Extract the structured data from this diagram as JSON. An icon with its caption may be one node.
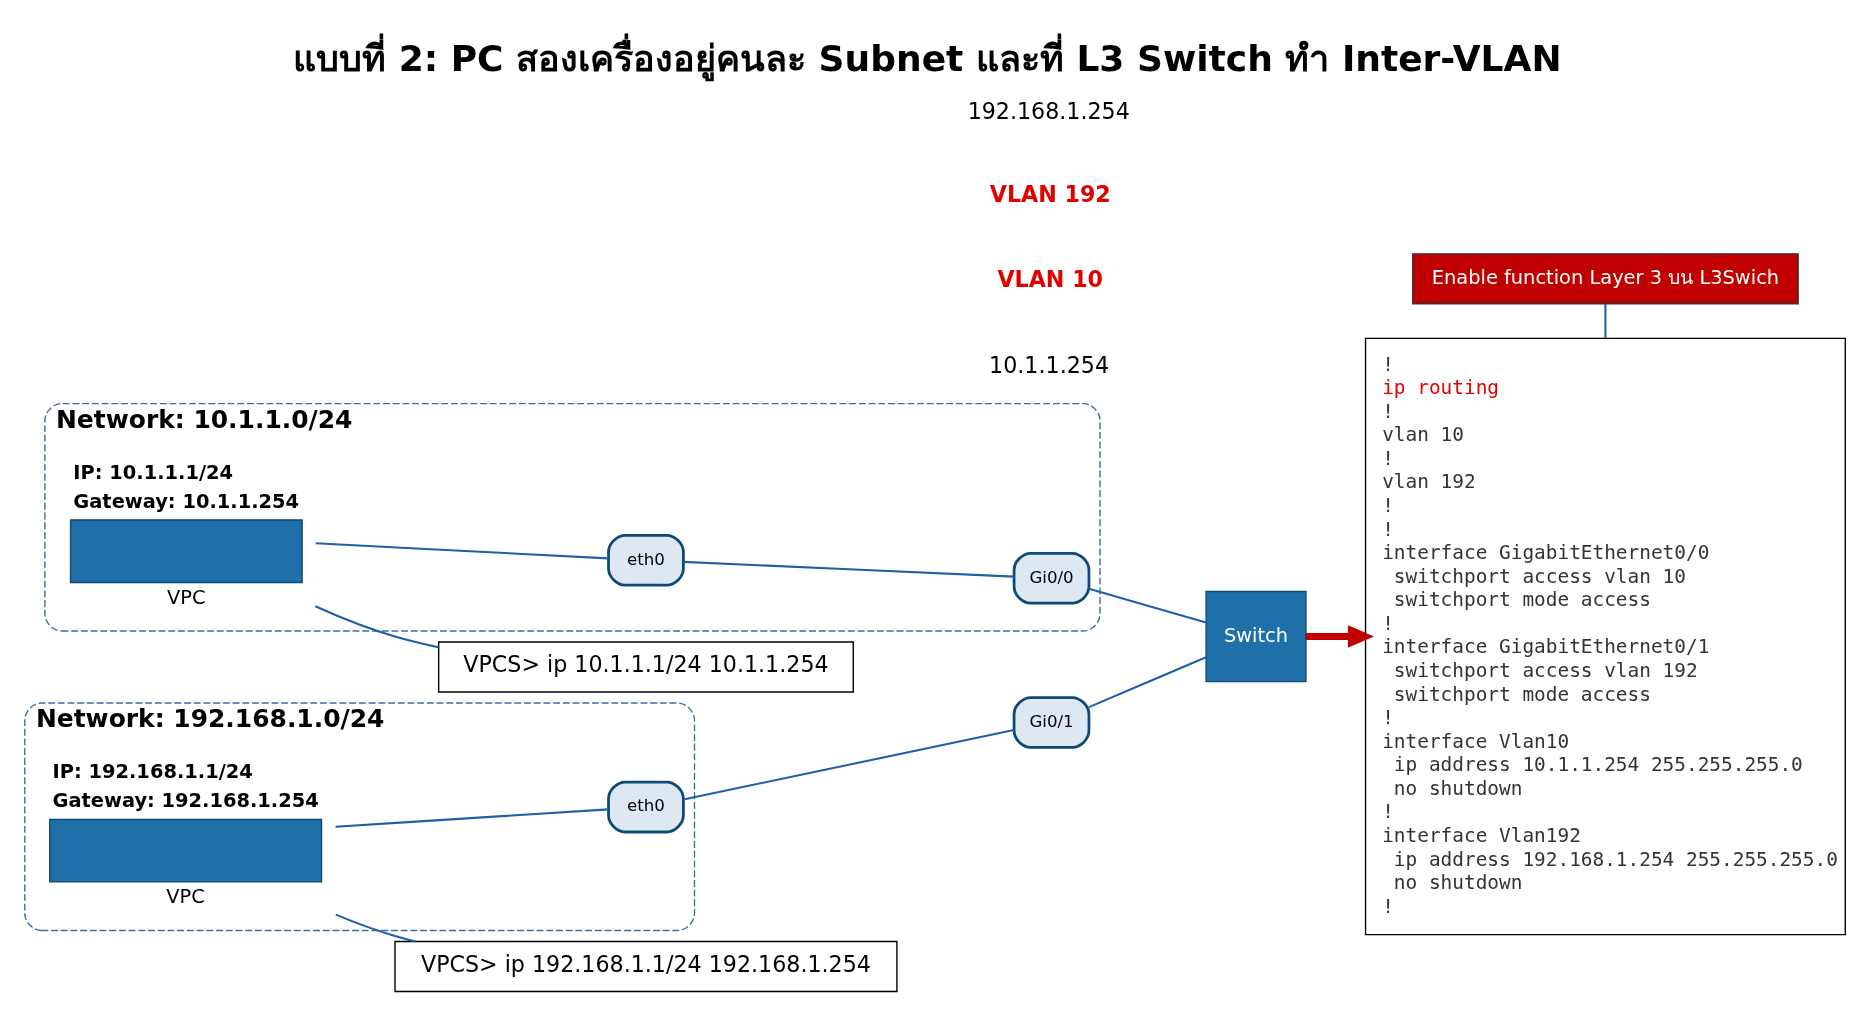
{
  "diagram": {
    "title": "แบบที่ 2: PC สองเครื่องอยู่คนละ Subnet และที่ L3 Switch ทำ Inter-VLAN",
    "nodes": [
      {
        "text": [
          "Network: 10.1.1.0/24"
        ]
      },
      {
        "text": [
          "VPC"
        ],
        "in": 0,
        "beside": [
          "IP: 10.1.1.1/24",
          "Gateway: 10.1.1.254"
        ]
      },
      {
        "text": [
          "eth0"
        ],
        "in": 0
      },
      {
        "text": [
          "Gi0/0"
        ],
        "in": 0
      },
      {
        "text": [
          "VPCS> ip 10.1.1.1/24 10.1.1.254"
        ]
      },
      {
        "text": [
          "Switch"
        ]
      },
      {
        "text": [
          "Gi0/1"
        ]
      },
      {
        "text": [
          "Network: 192.168.1.0/24"
        ]
      },
      {
        "text": [
          "VPC"
        ],
        "in": 7,
        "beside": [
          "IP: 192.168.1.1/24",
          "Gateway: 192.168.1.254"
        ]
      },
      {
        "text": [
          "eth0"
        ],
        "in": 7
      },
      {
        "text": [
          "VPCS> ip 192.168.1.1/24 192.168.1.254"
        ]
      },
      {
        "text": [
          "!",
          "ip routing",
          "!",
          "vlan 10",
          "!",
          "vlan 192",
          "!",
          "!",
          "interface GigabitEthernet0/0",
          " switchport access vlan 10",
          " switchport mode access",
          "!",
          "interface GigabitEthernet0/1",
          " switchport access vlan 192",
          " switchport mode access",
          "!",
          "interface Vlan10",
          " ip address 10.1.1.254 255.255.255.0",
          " no shutdown",
          "!",
          "interface Vlan192",
          " ip address 192.168.1.254 255.255.255.0",
          " no shutdown",
          "!"
        ]
      },
      {
        "text": [
          "Enable function Layer 3 บน L3Swich"
        ]
      }
    ],
    "edges": [
      {
        "from": 1,
        "to": 2,
        "arrow": "none"
      },
      {
        "from": 2,
        "to": 3,
        "arrow": "none"
      },
      {
        "from": 3,
        "to": 5,
        "arrow": "none"
      },
      {
        "from": 5,
        "to": 6,
        "arrow": "none"
      },
      {
        "from": 6,
        "to": 9,
        "arrow": "none"
      },
      {
        "from": 9,
        "to": 8,
        "arrow": "none"
      },
      {
        "from": 4,
        "to": 1,
        "arrow": "none"
      },
      {
        "from": 10,
        "to": 8,
        "arrow": "none"
      },
      {
        "from": 5,
        "to": 11,
        "arrow": "to",
        "style": "thick",
        "color": "#c00000"
      },
      {
        "from": 12,
        "to": 11,
        "arrow": "none"
      }
    ],
    "labels": [
      "VLAN 10",
      "10.1.1.254",
      "192.168.1.254",
      "VLAN 192"
    ]
  }
}
